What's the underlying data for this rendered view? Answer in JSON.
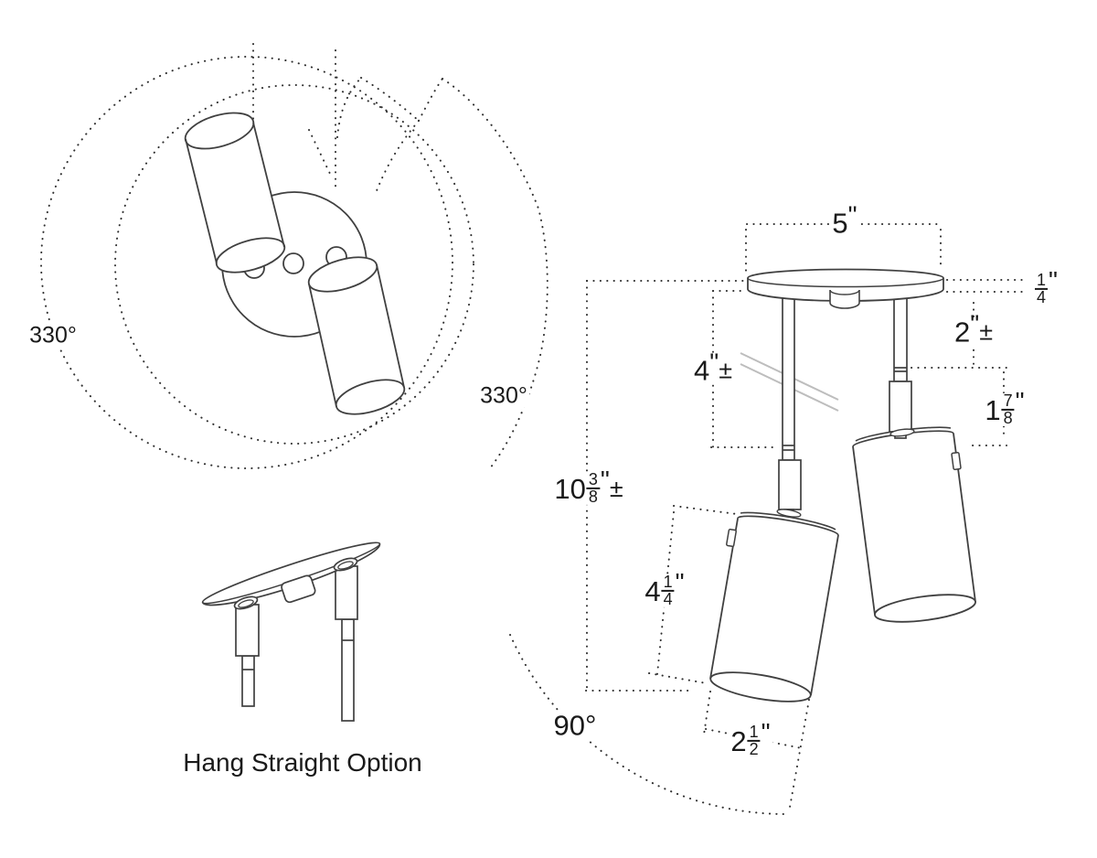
{
  "page": {
    "background": "#ffffff",
    "line_color": "#404040",
    "dot_color": "#2f2f2f",
    "break_mark_color": "#bdbdbd"
  },
  "rotation_view": {
    "left_rotation": "330°",
    "right_rotation": "330°"
  },
  "hang_straight_view": {
    "caption": "Hang Straight Option"
  },
  "dimensions": {
    "canopy_width": {
      "whole": "5",
      "unit": "\""
    },
    "canopy_thickness": {
      "num": "1",
      "den": "4",
      "unit": "\""
    },
    "upper_stem_length": {
      "whole": "2",
      "unit": "\"",
      "tolerance": "±"
    },
    "swivel_length": {
      "whole": "1",
      "num": "7",
      "den": "8",
      "unit": "\""
    },
    "lower_stem_length": {
      "whole": "4",
      "unit": "\"",
      "tolerance": "±"
    },
    "overall_height": {
      "whole": "10",
      "num": "3",
      "den": "8",
      "unit": "\"",
      "tolerance": "±"
    },
    "shade_length": {
      "whole": "4",
      "num": "1",
      "den": "4",
      "unit": "\""
    },
    "shade_diameter": {
      "whole": "2",
      "num": "1",
      "den": "2",
      "unit": "\""
    },
    "head_tilt": "90°"
  }
}
